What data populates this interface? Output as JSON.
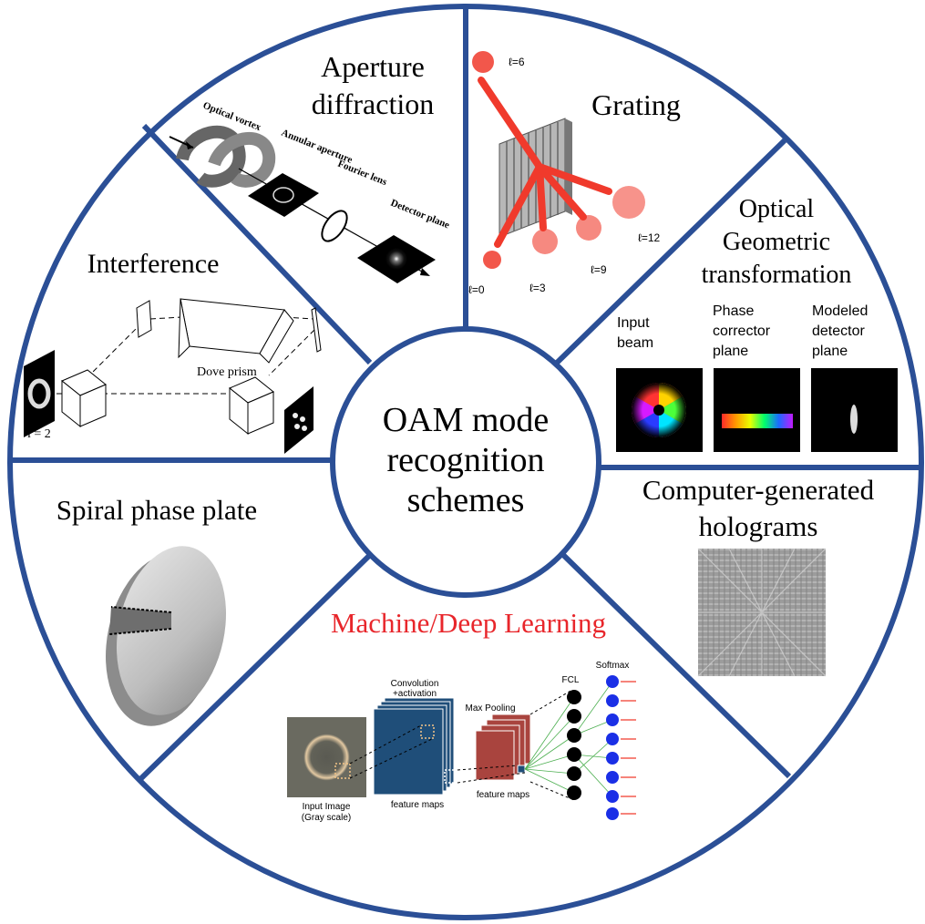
{
  "center": {
    "line1": "OAM mode",
    "line2": "recognition",
    "line3": "schemes"
  },
  "colors": {
    "ring": "#2b4f96",
    "ml_title": "#e8262b",
    "beam": "#f03a2c",
    "cnn_blue": "#1f4e79",
    "cnn_red": "#a9443e",
    "softmax_blue": "#1a2fe6"
  },
  "sectors": {
    "aperture": {
      "title1": "Aperture",
      "title2": "diffraction",
      "label_vortex": "Optical vortex",
      "label_annular": "Annular aperture",
      "label_lens": "Fourier lens",
      "label_detector": "Detector plane"
    },
    "grating": {
      "title": "Grating",
      "l6": "ℓ=6",
      "l0": "ℓ=0",
      "l3": "ℓ=3",
      "l9": "ℓ=9",
      "l12": "ℓ=12"
    },
    "optical": {
      "title1": "Optical",
      "title2": "Geometric",
      "title3": "transformation",
      "col1_a": "Input",
      "col1_b": "beam",
      "col2_a": "Phase",
      "col2_b": "corrector",
      "col2_c": "plane",
      "col3_a": "Modeled",
      "col3_b": "detector",
      "col3_c": "plane"
    },
    "cgh": {
      "title1": "Computer-generated",
      "title2": "holograms"
    },
    "ml": {
      "title": "Machine/Deep Learning",
      "conv_a": "Convolution",
      "conv_b": "+activation",
      "maxpool": "Max Pooling",
      "fcl": "FCL",
      "softmax": "Softmax",
      "input_a": "Input Image",
      "input_b": "(Gray scale)",
      "fmap1": "feature maps",
      "fmap2": "feature maps"
    },
    "spiral": {
      "title": "Spiral phase plate"
    },
    "interference": {
      "title": "Interference",
      "dove": "Dove prism",
      "l_label": "l = 2"
    }
  }
}
